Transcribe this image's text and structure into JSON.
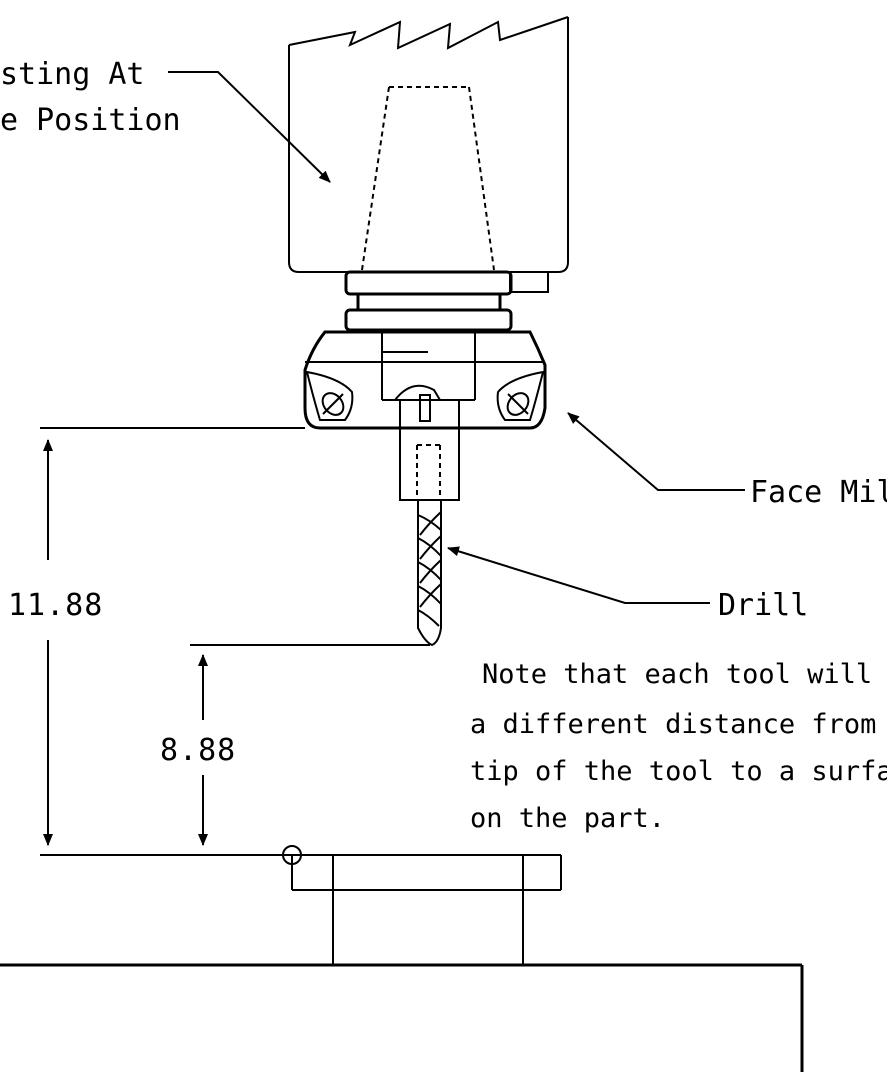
{
  "labels": {
    "spindle_line1": "sting At",
    "spindle_line2": "e Position",
    "face_mill": "Face Mill",
    "drill": "Drill"
  },
  "dimensions": {
    "face_mill_to_part": "11.88",
    "drill_to_part": "8.88"
  },
  "note": {
    "line1": "Note that each tool will hav",
    "line2": "a different distance from th",
    "line3": "tip of the tool to a surface",
    "line4": "on the part."
  }
}
